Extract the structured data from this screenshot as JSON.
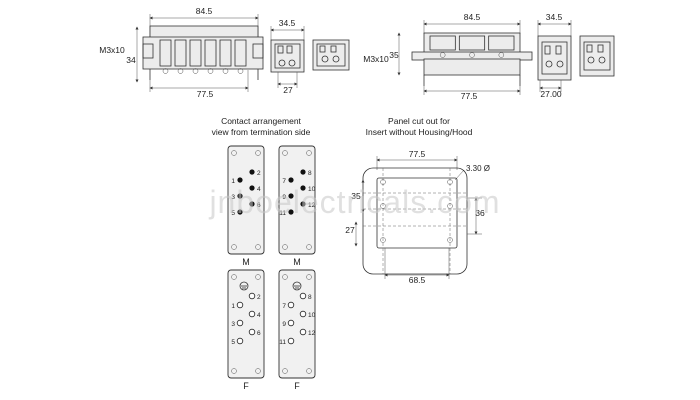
{
  "top_left_view": {
    "width_dim": "84.5",
    "bolt_label": "M3x10",
    "height_dim": "34",
    "bottom_dim": "77.5",
    "side_width_dim": "34.5",
    "side_bottom_dim": "27"
  },
  "top_right_view": {
    "width_dim": "84.5",
    "bolt_label": "M3x10",
    "height_dim": "35",
    "bottom_dim": "77.5",
    "side_width_dim": "34.5",
    "side_bottom_dim": "27.00"
  },
  "contact_section": {
    "title_line1": "Contact arrangement",
    "title_line2": "view from termination side",
    "male_left_pins": [
      "1",
      "2",
      "3",
      "4",
      "5",
      "6"
    ],
    "male_right_pins": [
      "7",
      "8",
      "9",
      "10",
      "11",
      "12"
    ],
    "female_left_pins": [
      "1",
      "2",
      "3",
      "4",
      "5",
      "6"
    ],
    "female_right_pins": [
      "7",
      "8",
      "9",
      "10",
      "11",
      "12"
    ],
    "male_label": "M",
    "female_label": "F"
  },
  "panel_section": {
    "title_line1": "Panel cut out for",
    "title_line2": "Insert without Housing/Hood",
    "dim_top": "77.5",
    "dim_hole": "3.30 Ø",
    "dim_left_35": "35",
    "dim_left_27": "27",
    "dim_right_36": "36",
    "dim_bottom": "68.5"
  },
  "watermark": "jnboelectricals.com"
}
